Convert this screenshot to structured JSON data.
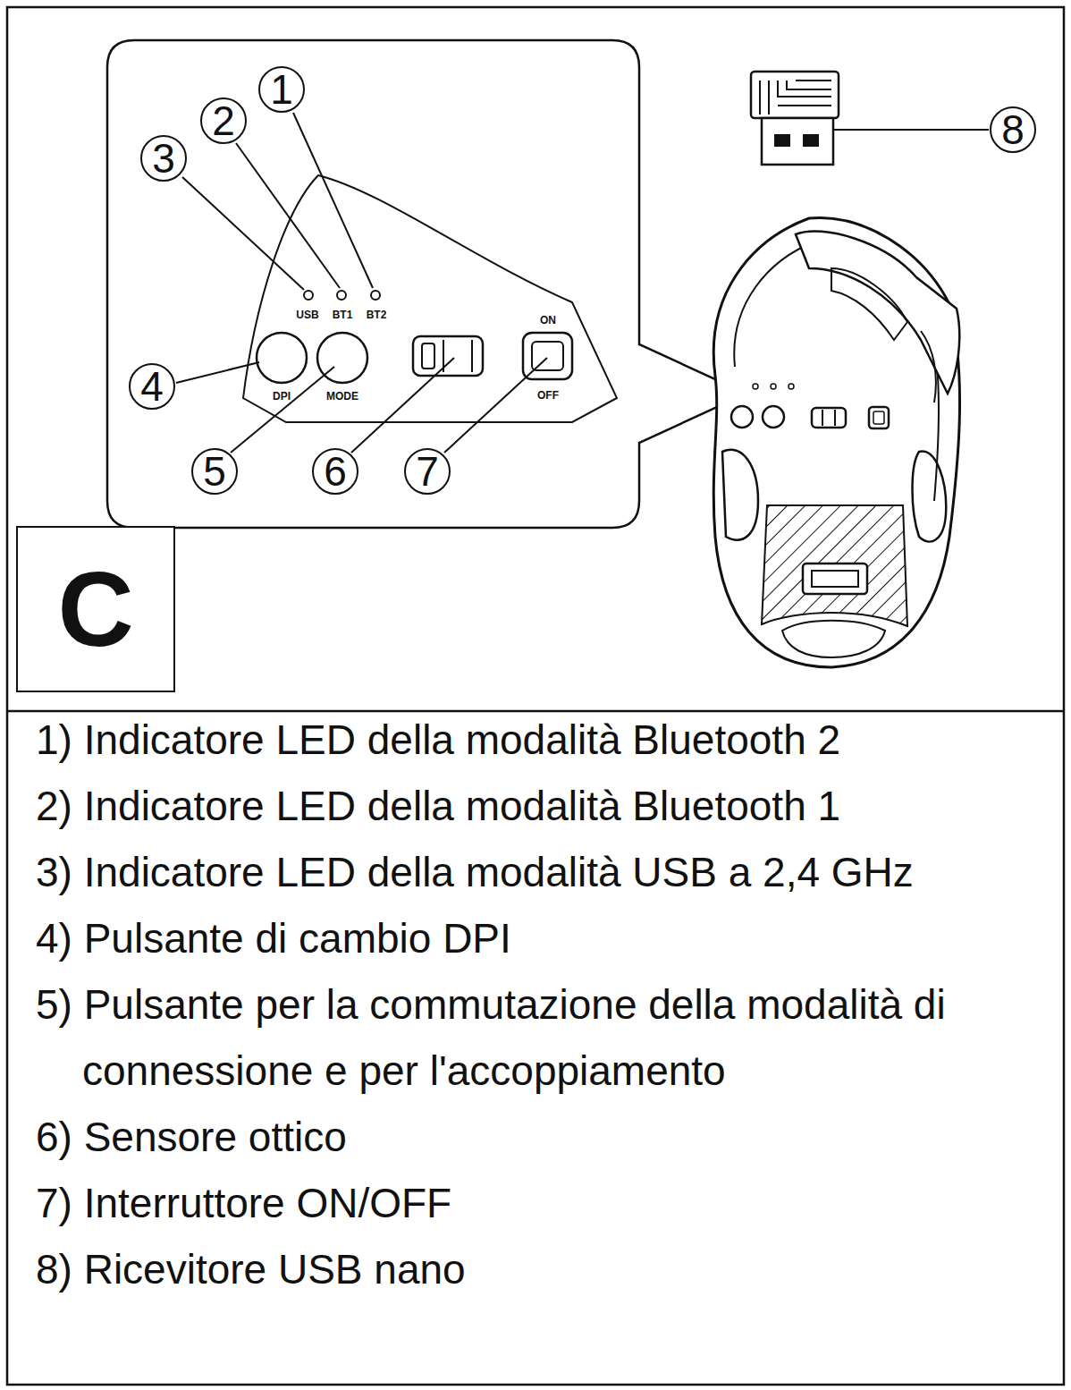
{
  "diagram": {
    "nodes": [
      {
        "text": [
          "C"
        ]
      }
    ],
    "labels": [
      "1",
      "2",
      "3",
      "USB",
      "BT1",
      "BT2",
      "4",
      "DPI",
      "MODE",
      "ON",
      "OFF",
      "5",
      "6",
      "7",
      "8",
      "1) Indicatore LED della modalità Bluetooth 2",
      "2) Indicatore LED della modalità Bluetooth 1",
      "3) Indicatore LED della modalità USB a 2,4 GHz",
      "4) Pulsante di cambio DPI",
      "5) Pulsante per la commutazione della modalità di connessione e per l'accoppiamento",
      "6) Sensore ottico",
      "7) Interruttore ON/OFF",
      "8) Ricevitore USB nano"
    ]
  }
}
